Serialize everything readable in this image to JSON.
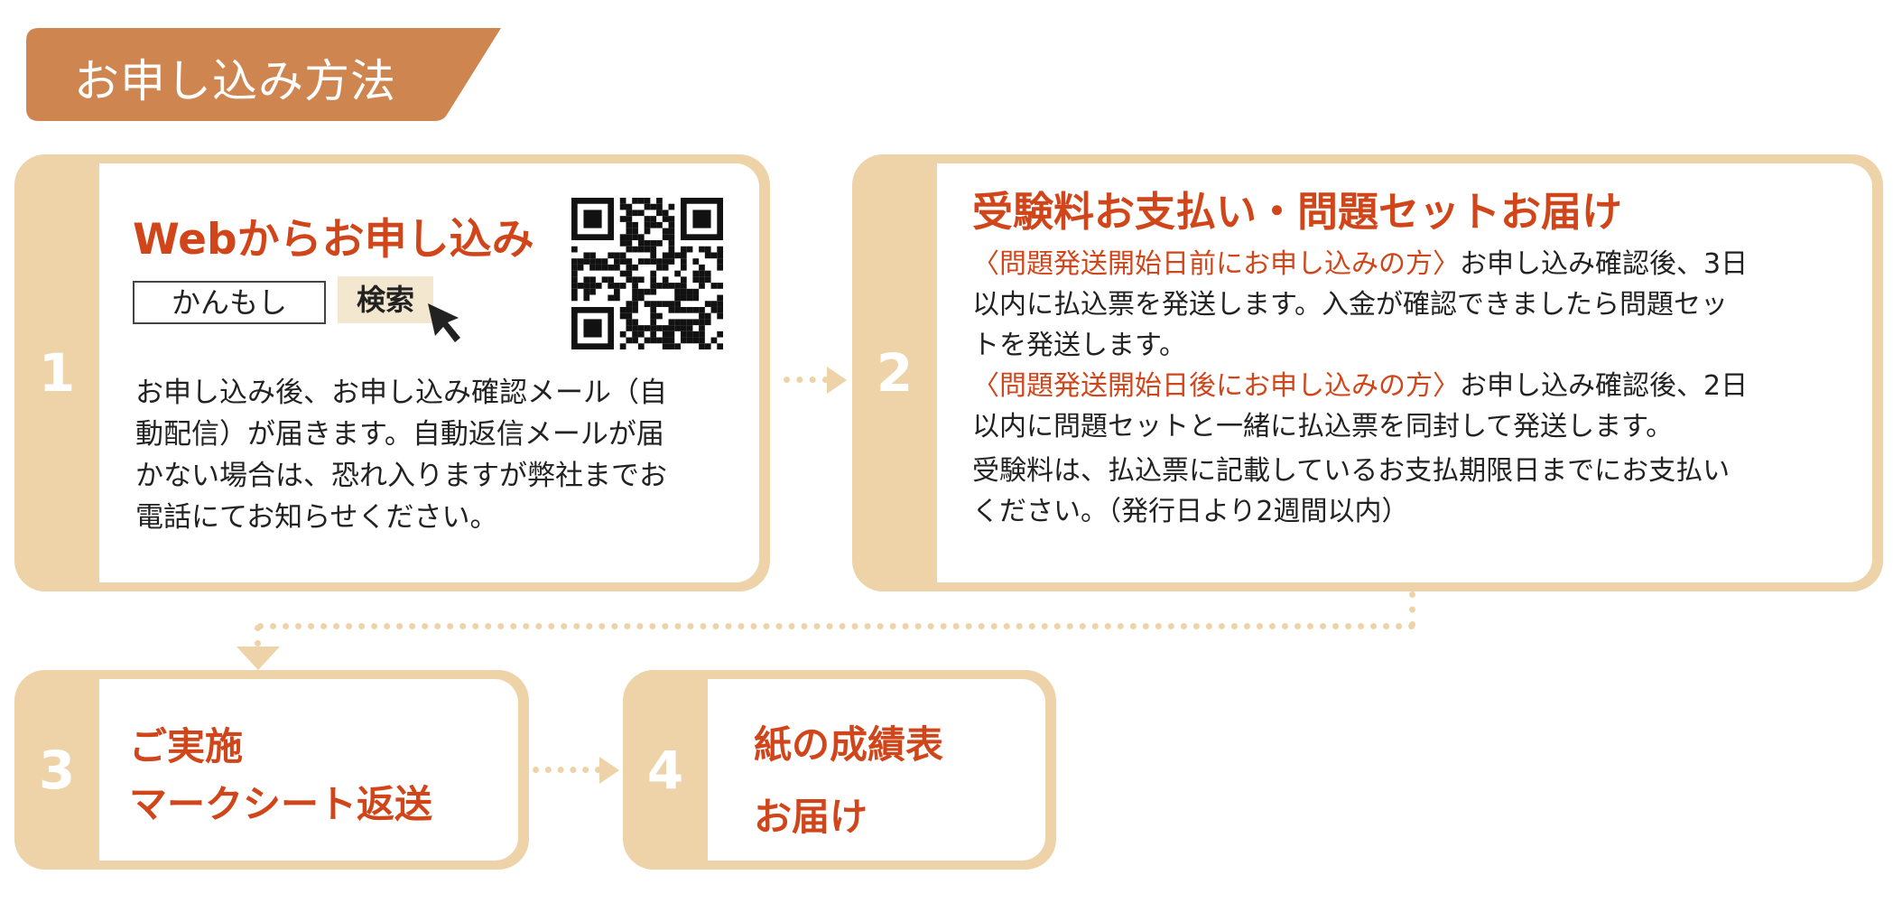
{
  "header": {
    "title": "お申し込み方法",
    "color": "#cf8550"
  },
  "colors": {
    "accent": "#d0461a",
    "step_bg": "#edd3a7"
  },
  "steps": [
    {
      "number": "1",
      "title": "Webからお申し込み",
      "search": {
        "value": "かんもし",
        "button": "検索"
      },
      "qr": "qr-code",
      "body": [
        "お申し込み後、お申し込み確認メール（自",
        "動配信）が届きます。自動返信メールが届",
        "かない場合は、恐れ入りますが弊社までお",
        "電話にてお知らせください。"
      ]
    },
    {
      "number": "2",
      "title": "受験料お支払い・問題セットお届け",
      "para1_label": "〈問題発送開始日前にお申し込みの方〉",
      "para1_l1": "お申し込み確認後、3日",
      "para1_rest": [
        "以内に払込票を発送します。入金が確認できましたら問題セッ",
        "トを発送します。"
      ],
      "para2_label": "〈問題発送開始日後にお申し込みの方〉",
      "para2_l1": "お申し込み確認後、2日",
      "para2_rest": [
        "以内に問題セットと一緒に払込票を同封して発送します。"
      ],
      "para3": [
        "受験料は、払込票に記載しているお支払期限日までにお支払い",
        "ください。（発行日より2週間以内）"
      ]
    },
    {
      "number": "3",
      "lines": [
        "ご実施",
        "マークシート返送"
      ]
    },
    {
      "number": "4",
      "lines": [
        "紙の成績表",
        "お届け"
      ]
    }
  ]
}
